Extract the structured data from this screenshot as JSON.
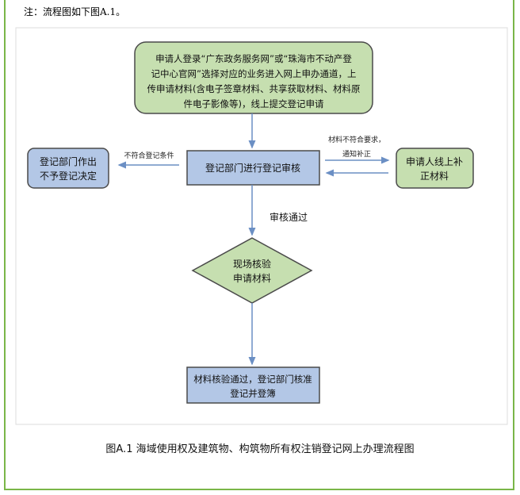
{
  "note": "注：流程图如下图A.1。",
  "nodes": {
    "start": [
      "申请人登录“广东政务服务网”或“珠海市不动产登",
      "记中心官网”选择对应的业务进入网上申办通道，上",
      "传申请材料(含电子签章材料、共享获取材料、材料原",
      "件电子影像等)，线上提交登记申请"
    ],
    "review": "登记部门进行登记审核",
    "reject": [
      "登记部门作出",
      "不予登记决定"
    ],
    "supplement": [
      "申请人线上补",
      "正材料"
    ],
    "verify": [
      "现场核验",
      "申请材料"
    ],
    "approve": [
      "材料核验通过，登记部门核准",
      "登记并登簿"
    ]
  },
  "edges": {
    "reject_label": "不符合登记条件",
    "supplement_label": [
      "材料不符合要求，",
      "通知补正"
    ],
    "pass_label": "审核通过"
  },
  "caption": "图A.1 海域使用权及建筑物、构筑物所有权注销登记网上办理流程图",
  "colors": {
    "green_fill": "#c6dfb0",
    "blue_fill": "#b3c7e6",
    "border": "#4a4a4a",
    "arrow": "#6b8fc4",
    "frame": "#7ab648"
  }
}
